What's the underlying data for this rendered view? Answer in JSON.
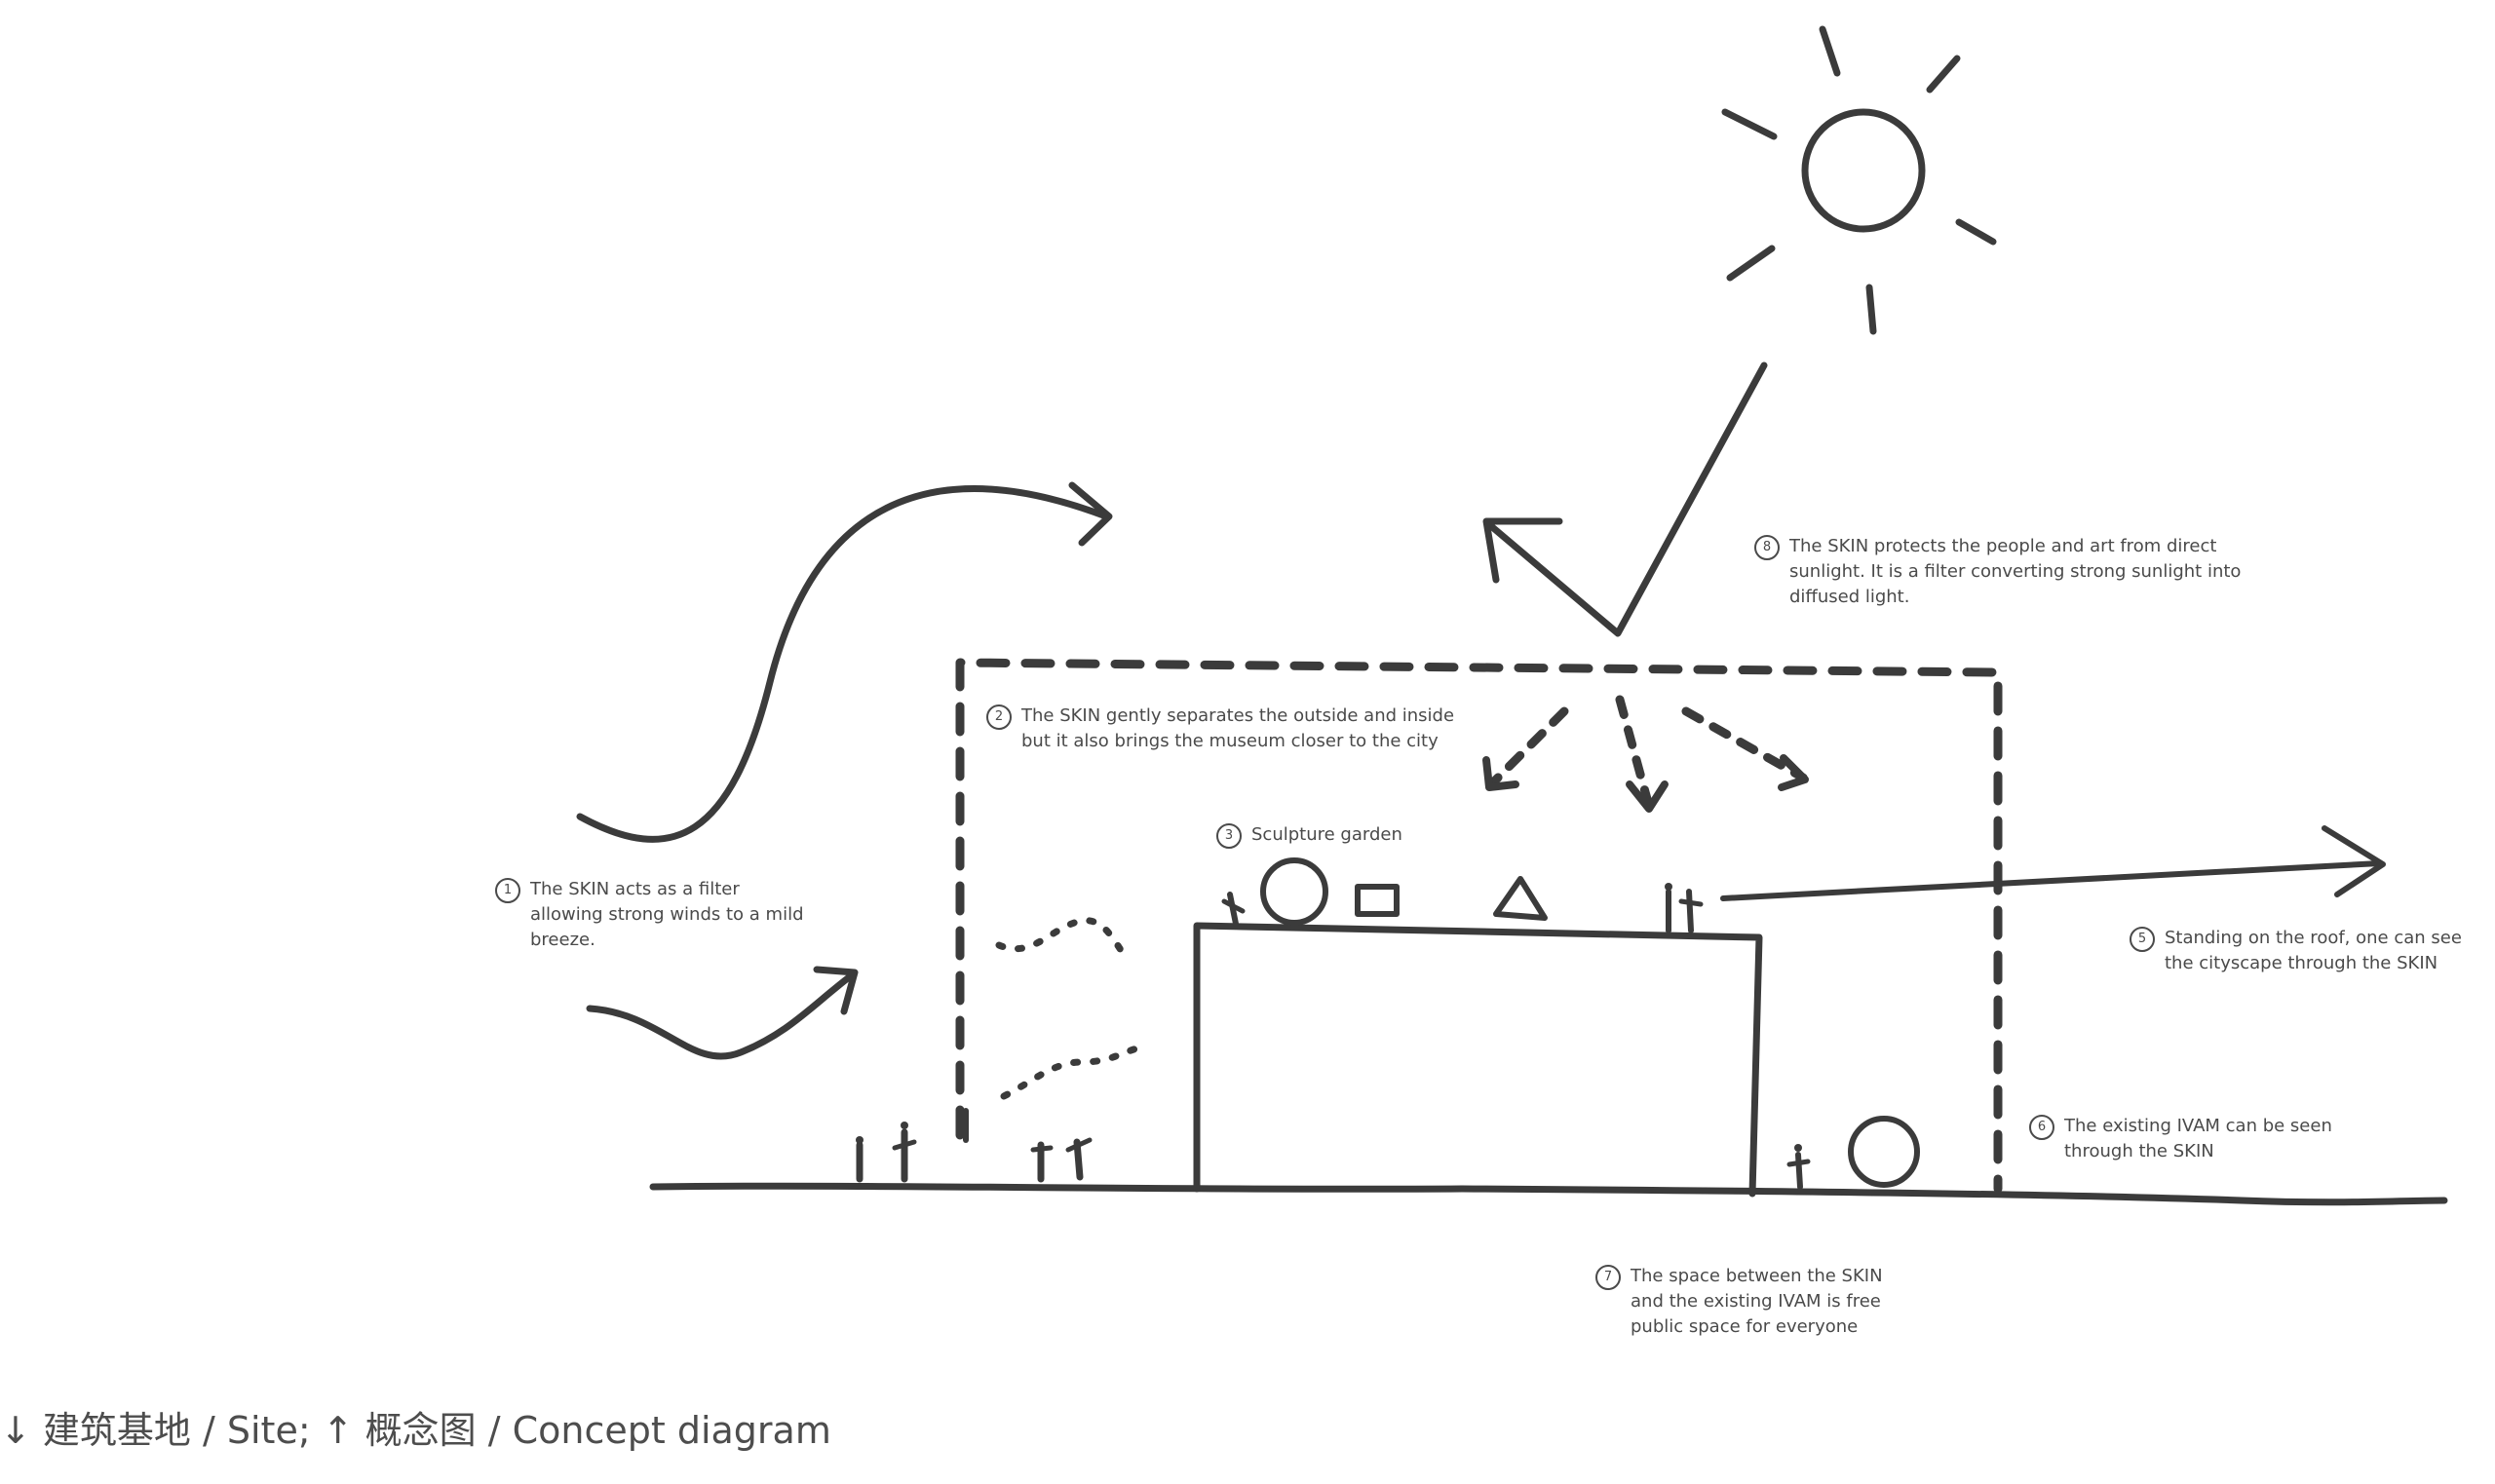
{
  "notes": [
    {
      "num": "1",
      "text": "The SKIN acts as a filter\nallowing strong winds to a mild\nbreeze."
    },
    {
      "num": "2",
      "text": "The SKIN gently separates the outside and inside\nbut it also brings the museum closer to the city"
    },
    {
      "num": "3",
      "text": "Sculpture garden"
    },
    {
      "num": "5",
      "text": "Standing on the roof, one can see\nthe cityscape through the SKIN"
    },
    {
      "num": "6",
      "text": "The existing IVAM can be seen\nthrough the SKIN"
    },
    {
      "num": "7",
      "text": "The space between the SKIN\nand the existing IVAM is free\npublic space for everyone"
    },
    {
      "num": "8",
      "text": "The SKIN protects the people and art from direct\nsunlight. It is a filter converting strong sunlight into\ndiffused light."
    }
  ],
  "caption": "↓ 建筑基地 / Site; ↑ 概念图 / Concept diagram"
}
